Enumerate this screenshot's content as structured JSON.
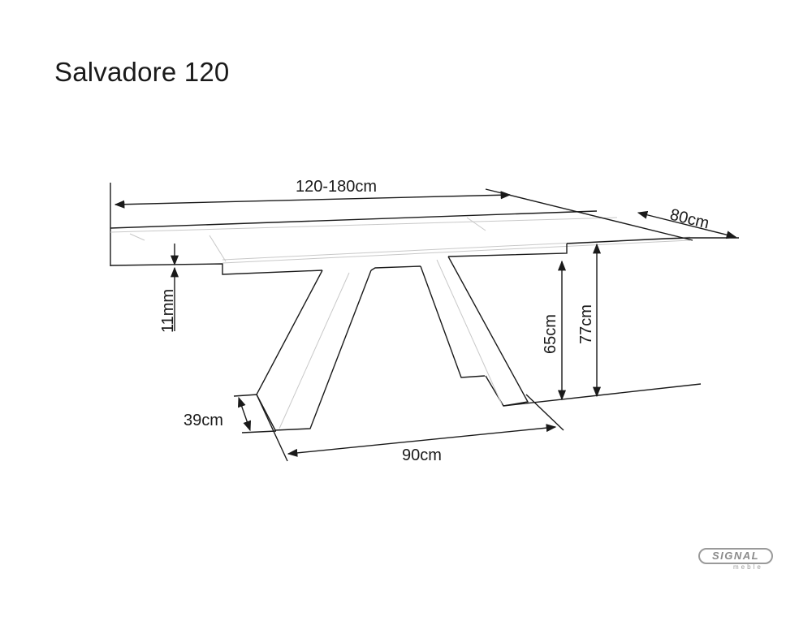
{
  "title": "Salvadore 120",
  "dimensions": {
    "length": "120-180cm",
    "width": "80cm",
    "top_thickness": "11mm",
    "height_under_frame": "65cm",
    "total_height": "77cm",
    "foot_depth": "39cm",
    "leg_span": "90cm"
  },
  "logo": {
    "brand": "SIGNAL",
    "sub": "meble"
  }
}
